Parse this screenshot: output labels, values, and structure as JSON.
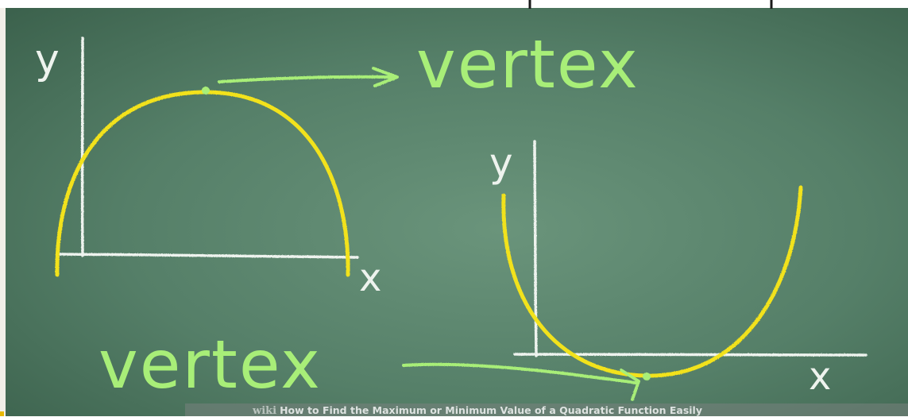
{
  "labels": {
    "vertex_top": "vertex",
    "vertex_bottom": "vertex",
    "axis_y_left": "y",
    "axis_x_left": "x",
    "axis_y_right": "y",
    "axis_x_right": "x"
  },
  "watermark": {
    "brand": "wiki",
    "title": "How to Find the Maximum or Minimum Value of a Quadratic Function Easily"
  },
  "colors": {
    "chalkboard": "#4d7a60",
    "chalk_white": "#eef3ee",
    "chalk_yellow": "#f2e21a",
    "chalk_green": "#a8ee78"
  },
  "icons": [
    "chalk-arrow-icon",
    "vertex-dot-icon"
  ]
}
